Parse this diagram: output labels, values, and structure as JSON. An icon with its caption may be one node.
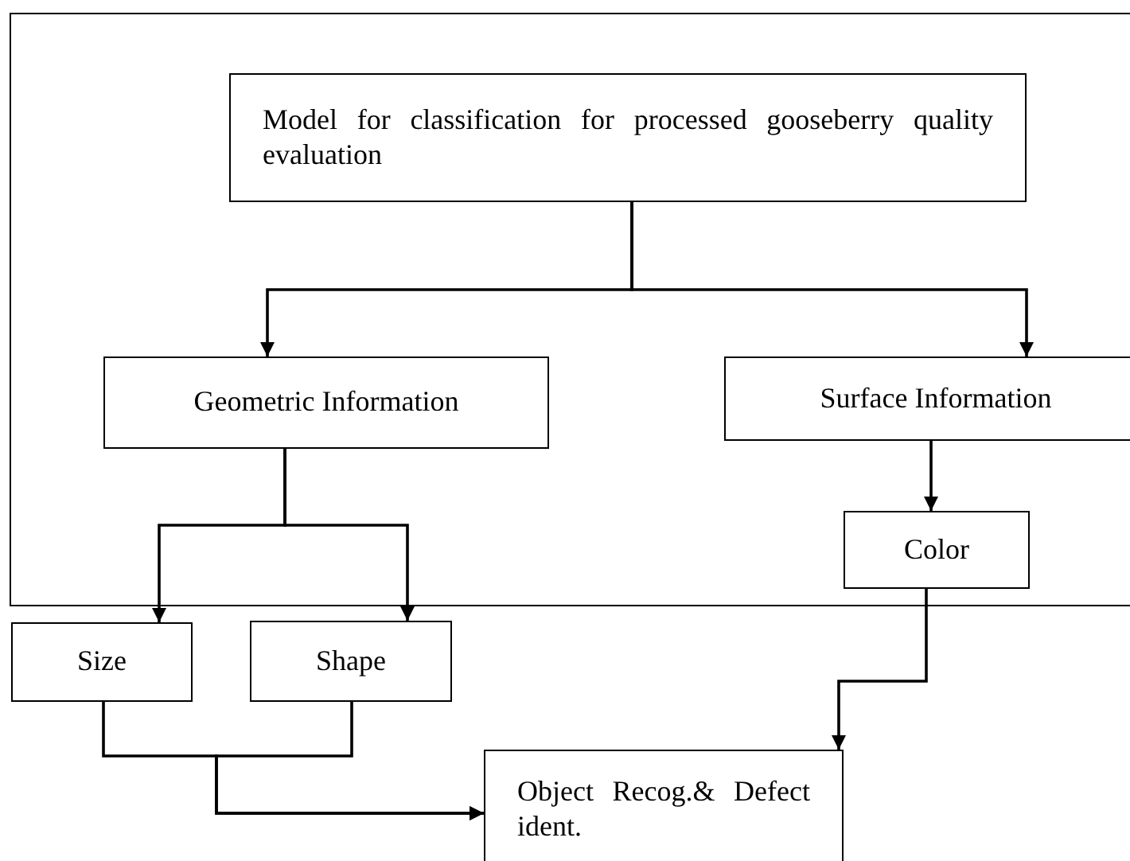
{
  "diagram": {
    "nodes": [
      {
        "text": [
          "Model for classification for processed gooseberry quality evaluation"
        ]
      },
      {
        "text": [
          "Geometric Information"
        ]
      },
      {
        "text": [
          "Surface Information"
        ]
      },
      {
        "text": [
          "Color"
        ]
      },
      {
        "text": [
          "Size"
        ]
      },
      {
        "text": [
          "Shape"
        ]
      },
      {
        "text": [
          "Object Recog.& Defect ident."
        ]
      }
    ],
    "edges": [
      {
        "from": 0,
        "to": 1,
        "arrow": "to"
      },
      {
        "from": 0,
        "to": 2,
        "arrow": "to"
      },
      {
        "from": 1,
        "to": 4,
        "arrow": "to"
      },
      {
        "from": 1,
        "to": 5,
        "arrow": "to"
      },
      {
        "from": 2,
        "to": 3,
        "arrow": "to"
      },
      {
        "from": 3,
        "to": 6,
        "arrow": "to"
      },
      {
        "from": 4,
        "to": 6,
        "arrow": "to"
      },
      {
        "from": 5,
        "to": 6,
        "arrow": "to"
      }
    ]
  }
}
